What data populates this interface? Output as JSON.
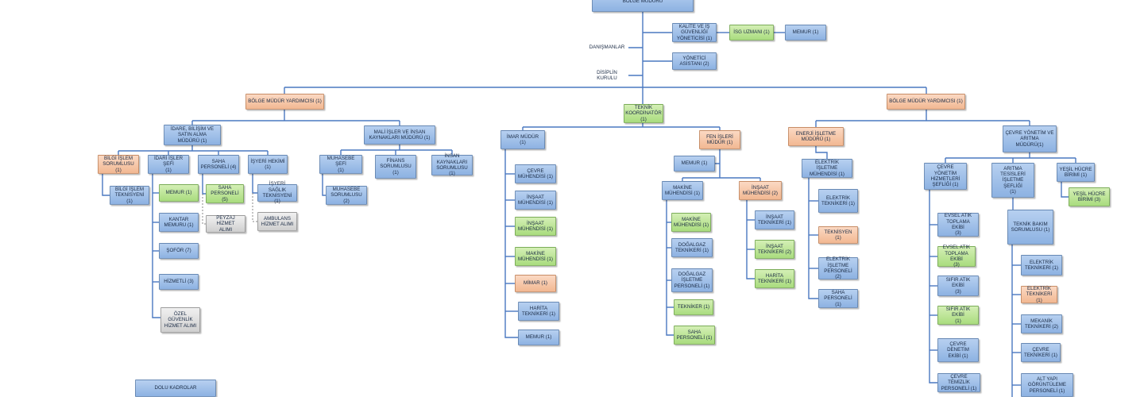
{
  "colors": {
    "blue": "#9dbde8",
    "green": "#b5e08e",
    "orange": "#f5c3a2",
    "gray": "#dcdcdc",
    "line": "#4a78c0"
  },
  "nodes": {
    "bolge_muduru": {
      "text": "BÖLGE MÜDÜRÜ",
      "color": "blue"
    },
    "danismanlar": {
      "text": "DANIŞMANLAR",
      "color": "plain"
    },
    "disiplin": {
      "text": "DİSİPLİN\nKURULU",
      "color": "plain"
    },
    "kalite": {
      "text": "KALİTE VE İŞ\nGÜVENLİĞİ\nYÖNETİCİSİ (1)",
      "color": "blue"
    },
    "isg": {
      "text": "İSG UZMANI (1)",
      "color": "green"
    },
    "memur_top": {
      "text": "MEMUR (1)",
      "color": "blue"
    },
    "yonetici_asistani": {
      "text": "YÖNETİCİ\nASİSTANI (2)",
      "color": "blue"
    },
    "bmy_left": {
      "text": "BÖLGE MÜDÜR YARDIMCISI (1)",
      "color": "orange"
    },
    "teknik_koord": {
      "text": "TEKNİK\nKOORDİNATÖR\n(1)",
      "color": "green"
    },
    "bmy_right": {
      "text": "BÖLGE MÜDÜR YARDIMCISI (1)",
      "color": "orange"
    },
    "idare": {
      "text": "İDARE, BİLİŞİM VE\nSATIN ALMA\nMÜDÜRÜ (1)",
      "color": "blue"
    },
    "mali": {
      "text": "MALİ İŞLER VE İNSAN\nKAYNAKLARI MÜDÜRÜ (1)",
      "color": "blue"
    },
    "bilgi_sor": {
      "text": "BİLGİ İŞLEM\nSORUMLUSU (1)",
      "color": "orange"
    },
    "bilgi_tek": {
      "text": "BİLGİ İŞLEM\nTEKNİSYENİ (1)",
      "color": "blue"
    },
    "idari_sefi": {
      "text": "İDARİ İŞLER ŞEFİ\n(1)",
      "color": "blue"
    },
    "memur_idari": {
      "text": "MEMUR (1)",
      "color": "green"
    },
    "kantar": {
      "text": "KANTAR\nMEMURU (1)",
      "color": "blue"
    },
    "sofor": {
      "text": "ŞOFÖR (7)",
      "color": "blue"
    },
    "hizmetli": {
      "text": "HİZMETLİ (3)",
      "color": "blue"
    },
    "ozel_guv": {
      "text": "ÖZEL GÜVENLİK\nHİZMET ALIMI",
      "color": "gray"
    },
    "saha_pers4": {
      "text": "SAHA\nPERSONELİ (4)",
      "color": "blue"
    },
    "saha_pers5": {
      "text": "SAHA\nPERSONELİ (5)",
      "color": "green"
    },
    "peyzaj": {
      "text": "PEYZAJ HİZMET\nALIMI",
      "color": "gray"
    },
    "isyeri_hekimi": {
      "text": "İŞYERİ HEKİMİ\n(1)",
      "color": "blue"
    },
    "isyeri_saglik": {
      "text": "İŞYERİ SAĞLIK\nTEKNİSYENİ (1)",
      "color": "blue"
    },
    "ambulans": {
      "text": "AMBULANS\nHİZMET ALIMI",
      "color": "gray"
    },
    "muh_sefi": {
      "text": "MUHASEBE ŞEFİ\n(1)",
      "color": "blue"
    },
    "muh_sor": {
      "text": "MUHASEBE\nSORUMLUSU (2)",
      "color": "blue"
    },
    "finans": {
      "text": "FİNANS\nSORUMLUSU (1)",
      "color": "blue"
    },
    "insan_k": {
      "text": "İNSAN\nKAYNAKLARI\nSORUMLUSU (1)",
      "color": "blue"
    },
    "imar_mud": {
      "text": "İMAR MÜDÜR\n(1)",
      "color": "blue"
    },
    "cevre_muh": {
      "text": "ÇEVRE\nMÜHENDİSİ (1)",
      "color": "blue"
    },
    "insaat_muh1": {
      "text": "İNŞAAT\nMÜHENDİSİ (1)",
      "color": "blue"
    },
    "insaat_muh2": {
      "text": "İNŞAAT\nMÜHENDİSİ (1)",
      "color": "green"
    },
    "makine_muh1": {
      "text": "MAKİNE\nMÜHENDİSİ (1)",
      "color": "green"
    },
    "mimar": {
      "text": "MİMAR (1)",
      "color": "orange"
    },
    "harita_tek": {
      "text": "HARİTA\nTEKNİKERİ (1)",
      "color": "blue"
    },
    "memur_imar": {
      "text": "MEMUR (1)",
      "color": "blue"
    },
    "fen_mud": {
      "text": "FEN İŞLERİ\nMÜDÜR (1)",
      "color": "orange"
    },
    "memur_fen": {
      "text": "MEMUR (1)",
      "color": "blue"
    },
    "makine_muh_fen": {
      "text": "MAKİNE\nMÜHENDİSİ (1)",
      "color": "blue"
    },
    "makine_muh_g": {
      "text": "MAKİNE\nMÜHENDİSİ (1)",
      "color": "green"
    },
    "dogalgaz_tek": {
      "text": "DOĞALGAZ\nTEKNİKERİ (1)",
      "color": "blue"
    },
    "dogalgaz_pers": {
      "text": "DOĞALGAZ\nİŞLETME\nPERSONELİ (1)",
      "color": "blue"
    },
    "tekniker": {
      "text": "TEKNİKER (1)",
      "color": "green"
    },
    "saha_pers_fen": {
      "text": "SAHA\nPERSONELİ (1)",
      "color": "green"
    },
    "insaat_muh_fen": {
      "text": "İNŞAAT\nMÜHENDİSİ (2)",
      "color": "orange"
    },
    "insaat_tek1": {
      "text": "İNŞAAT\nTEKNİKERİ (1)",
      "color": "blue"
    },
    "insaat_tek2": {
      "text": "İNŞAAT\nTEKNİKERİ (2)",
      "color": "green"
    },
    "harita_tek_fen": {
      "text": "HARİTA\nTEKNİKERİ (1)",
      "color": "green"
    },
    "enerji_mud": {
      "text": "ENERJİ İŞLETME\nMÜDÜRÜ (1)",
      "color": "orange"
    },
    "elektrik_muh": {
      "text": "ELEKTRİK İŞLETME\nMÜHENDİSİ (1)",
      "color": "blue"
    },
    "elektrik_tek_en": {
      "text": "ELEKTRİK\nTEKNİKERİ (1)",
      "color": "blue"
    },
    "teknisyen": {
      "text": "TEKNİSYEN (1)",
      "color": "orange"
    },
    "elektrik_pers": {
      "text": "ELEKTRİK\nİŞLETME\nPERSONELİ (2)",
      "color": "blue"
    },
    "saha_pers_en": {
      "text": "SAHA\nPERSONELİ (1)",
      "color": "blue"
    },
    "cevre_yon_mud": {
      "text": "ÇEVRE YÖNETİM VE\nARITMA\nMÜDÜRÜ(1)",
      "color": "blue"
    },
    "cevre_yon_sef": {
      "text": "ÇEVRE YÖNETİM\nHİZMETLERİ\nŞEFLİĞİ (1)",
      "color": "blue"
    },
    "evsel1": {
      "text": "EVSEL ATIK\nTOPLAMA EKİBİ\n(3)",
      "color": "blue"
    },
    "evsel2": {
      "text": "EVSEL ATIK\nTOPLAMA EKİBİ\n(3)",
      "color": "green"
    },
    "sifir1": {
      "text": "SIFIR ATIK EKİBİ\n(3)",
      "color": "blue"
    },
    "sifir2": {
      "text": "SIFIR ATIK EKİBİ\n(1)",
      "color": "green"
    },
    "cevre_denetim": {
      "text": "ÇEVRE DENETİM\nEKİBİ (1)",
      "color": "blue"
    },
    "cevre_temizlik": {
      "text": "ÇEVRE TEMİZLİK\nPERSONELİ (1)",
      "color": "blue"
    },
    "aritma_sef": {
      "text": "ARITMA\nTESİSLERİ\nİŞLETME ŞEFLİĞİ\n(1)",
      "color": "blue"
    },
    "teknik_bakim": {
      "text": "TEKNİK BAKIM\nSORUMLUSU (1)",
      "color": "blue"
    },
    "elektrik_tek_a1": {
      "text": "ELEKTRİK\nTEKNİKERİ (1)",
      "color": "blue"
    },
    "elektrik_tek_a2": {
      "text": "ELEKTRİK\nTEKNİKERİ (1)",
      "color": "orange"
    },
    "mekanik_tek": {
      "text": "MEKANİK\nTEKNİKERİ (2)",
      "color": "blue"
    },
    "cevre_tek": {
      "text": "ÇEVRE\nTEKNİKERİ (1)",
      "color": "blue"
    },
    "altyapi": {
      "text": "ALT YAPI\nGÖRÜNTÜLEME\nPERSONELİ (1)",
      "color": "blue"
    },
    "yesil_hucre": {
      "text": "YEŞİL HÜCRE\nBİRİMİ (1)",
      "color": "blue"
    },
    "yesil_hucre2": {
      "text": "YEŞİL HÜCRE\nBİRİMİ (3)",
      "color": "green"
    },
    "dolu_kadrolar": {
      "text": "DOLU KADROLAR",
      "color": "blue"
    }
  }
}
